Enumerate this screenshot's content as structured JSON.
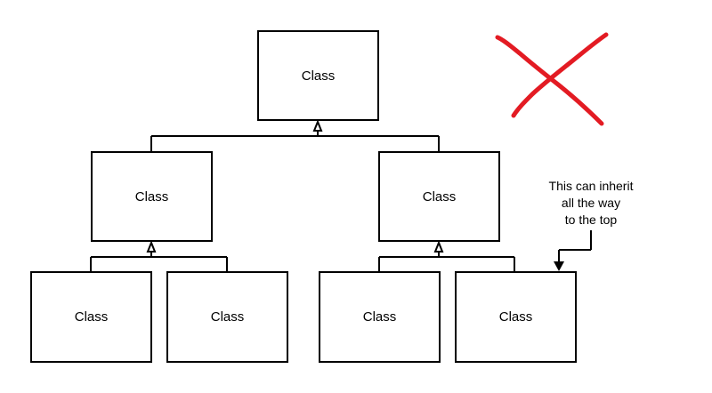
{
  "colors": {
    "line": "#000000",
    "box_fill": "#ffffff",
    "cross": "#e31b23"
  },
  "classes": {
    "root": "Class",
    "mid_left": "Class",
    "mid_right": "Class",
    "leaf_1": "Class",
    "leaf_2": "Class",
    "leaf_3": "Class",
    "leaf_4": "Class"
  },
  "note": {
    "line1": "This can inherit",
    "line2": "all the way",
    "line3": "to the top"
  },
  "cross_icon": "red-x-cross-icon"
}
